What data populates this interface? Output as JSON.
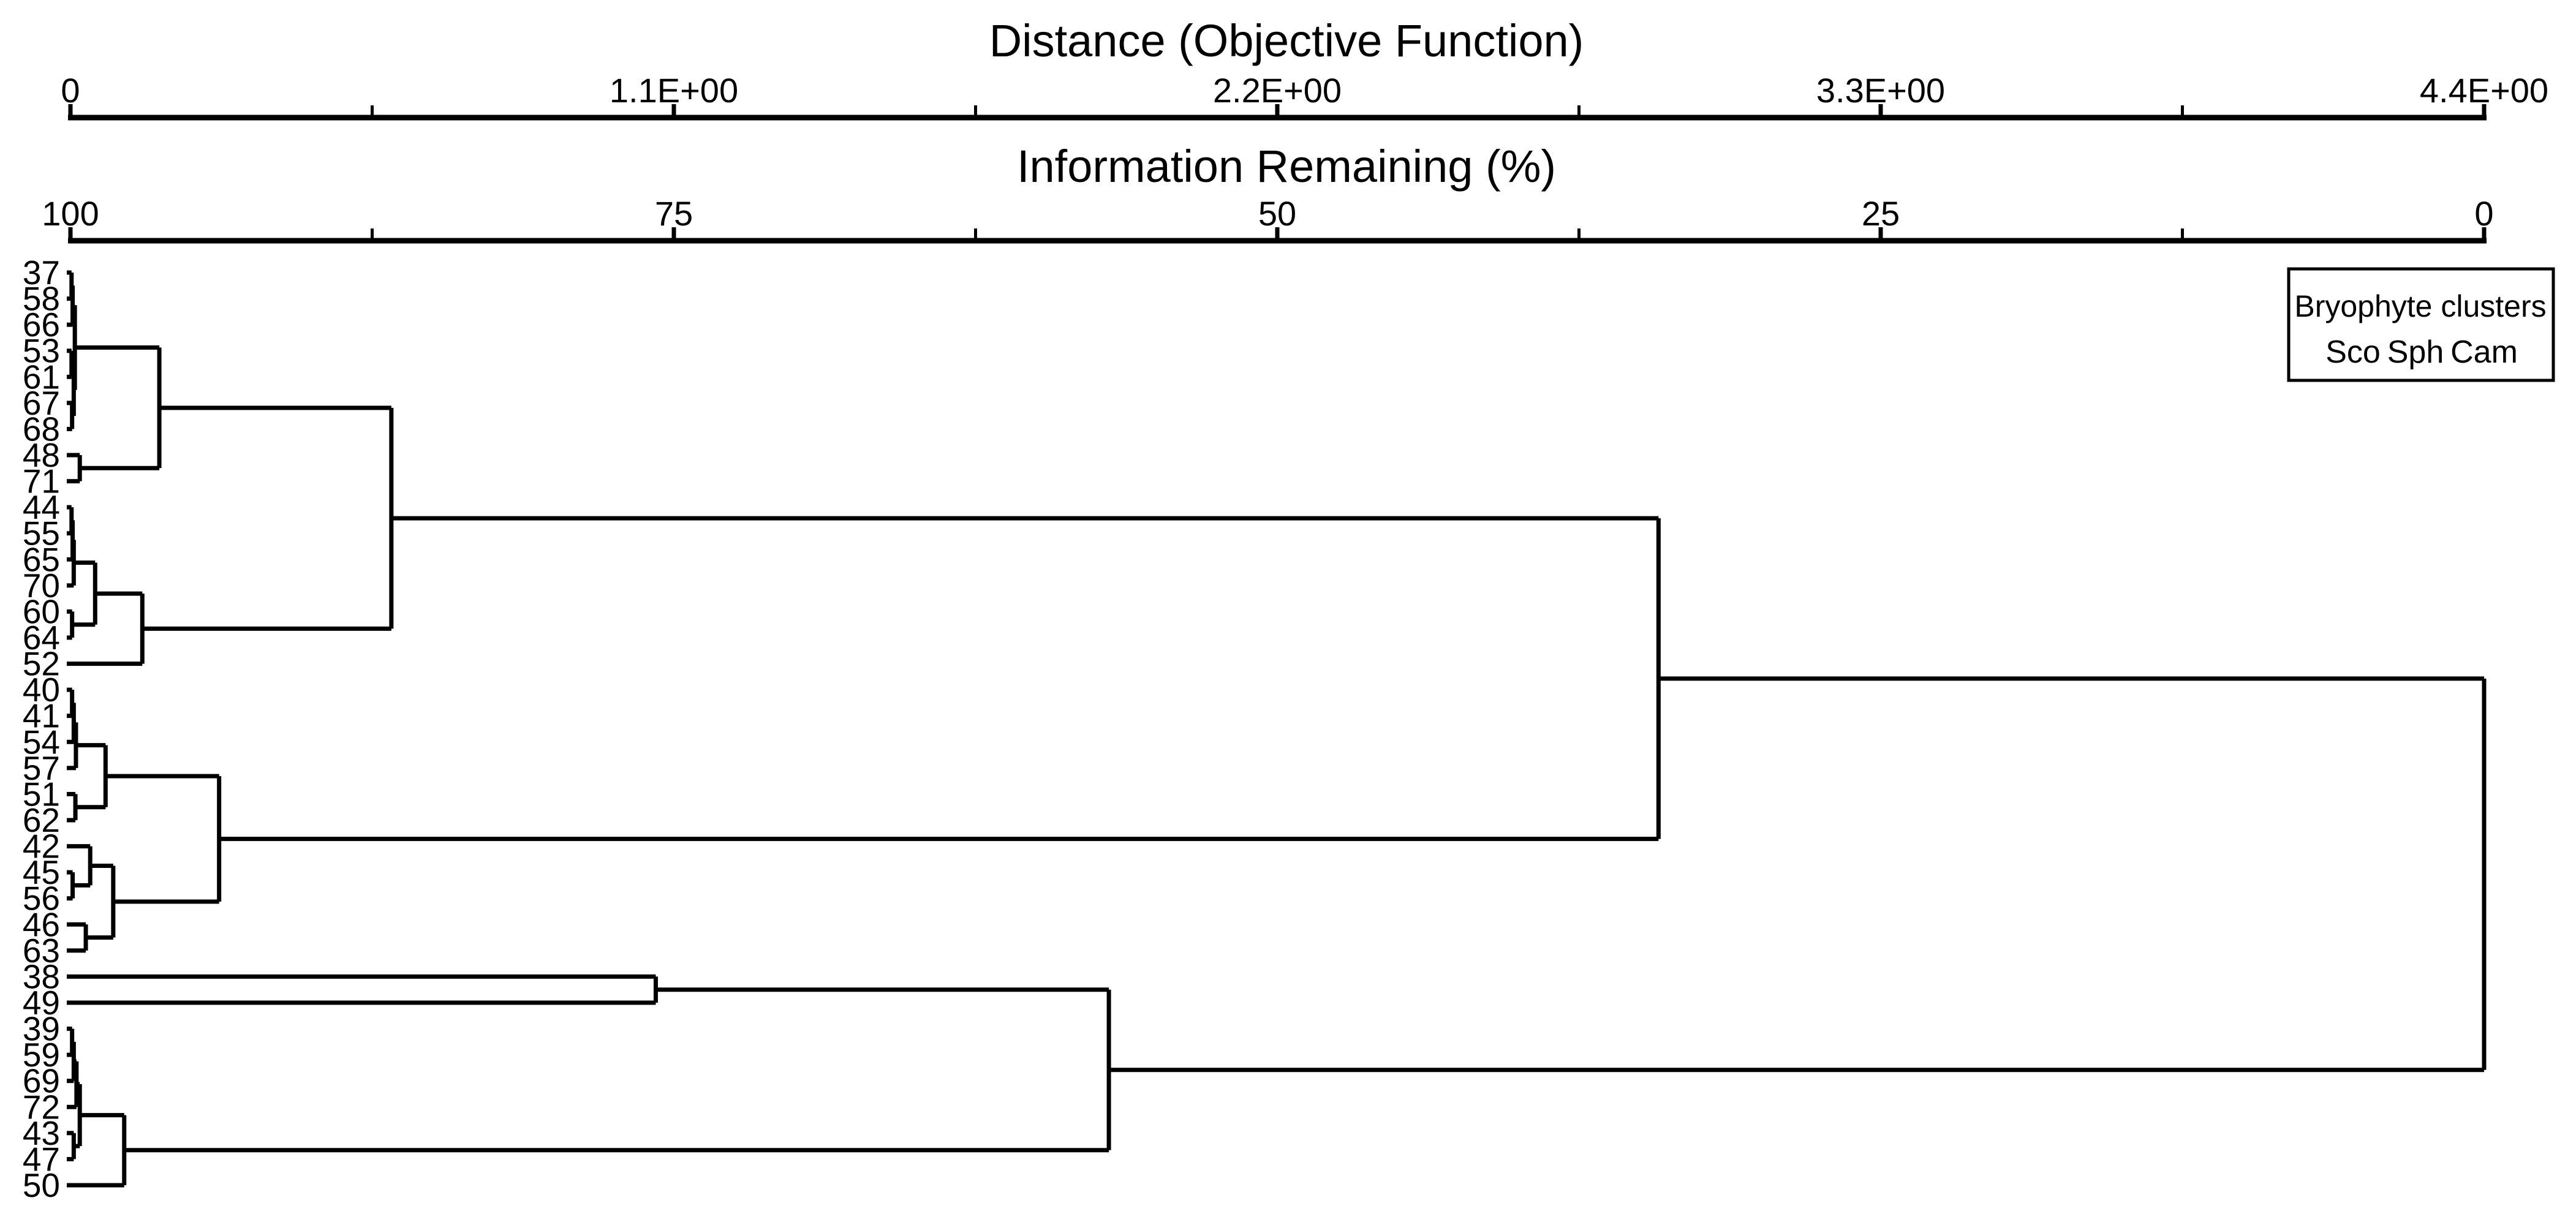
{
  "chart_data": {
    "type": "dendrogram",
    "orientation": "horizontal",
    "line_color": "#000000",
    "background_color": "#ffffff",
    "axes": {
      "distance": {
        "title": "Distance (Objective Function)",
        "tick_labels": [
          "0",
          "1.1E+00",
          "2.2E+00",
          "3.3E+00",
          "4.4E+00"
        ],
        "tick_values": [
          0,
          1.1,
          2.2,
          3.3,
          4.4
        ],
        "minor_tick_values": [
          0.55,
          1.65,
          2.75,
          3.85
        ],
        "range": [
          0,
          4.4
        ]
      },
      "information_remaining": {
        "title": "Information Remaining (%)",
        "tick_labels": [
          "100",
          "75",
          "50",
          "25",
          "0"
        ],
        "tick_values": [
          100,
          75,
          50,
          25,
          0
        ],
        "minor_tick_values": [
          87.5,
          62.5,
          37.5,
          12.5
        ],
        "range": [
          100,
          0
        ]
      }
    },
    "legend": {
      "title": "Bryophyte clusters",
      "entries": [
        {
          "label": "Sco",
          "color": "#13827E"
        },
        {
          "label": "Sph",
          "color": "#1E1E9E"
        },
        {
          "label": "Cam",
          "color": "#FFA41E"
        }
      ]
    },
    "groups": {
      "Sco": "#13827E",
      "Sph": "#1E1E9E",
      "Cam": "#FFA41E"
    },
    "leaves": [
      {
        "label": "37",
        "group": "Sco"
      },
      {
        "label": "58",
        "group": "Sco"
      },
      {
        "label": "66",
        "group": "Sco"
      },
      {
        "label": "53",
        "group": "Sco"
      },
      {
        "label": "61",
        "group": "Sco"
      },
      {
        "label": "67",
        "group": "Sco"
      },
      {
        "label": "68",
        "group": "Sco"
      },
      {
        "label": "48",
        "group": "Sco"
      },
      {
        "label": "71",
        "group": "Sco"
      },
      {
        "label": "44",
        "group": "Sco"
      },
      {
        "label": "55",
        "group": "Sco"
      },
      {
        "label": "65",
        "group": "Sco"
      },
      {
        "label": "70",
        "group": "Sco"
      },
      {
        "label": "60",
        "group": "Sco"
      },
      {
        "label": "64",
        "group": "Sco"
      },
      {
        "label": "52",
        "group": "Sco"
      },
      {
        "label": "40",
        "group": "Cam"
      },
      {
        "label": "41",
        "group": "Cam"
      },
      {
        "label": "54",
        "group": "Cam"
      },
      {
        "label": "57",
        "group": "Cam"
      },
      {
        "label": "51",
        "group": "Cam"
      },
      {
        "label": "62",
        "group": "Cam"
      },
      {
        "label": "42",
        "group": "Cam"
      },
      {
        "label": "45",
        "group": "Cam"
      },
      {
        "label": "56",
        "group": "Cam"
      },
      {
        "label": "46",
        "group": "Cam"
      },
      {
        "label": "63",
        "group": "Cam"
      },
      {
        "label": "38",
        "group": "Sph"
      },
      {
        "label": "49",
        "group": "Sph"
      },
      {
        "label": "39",
        "group": "Sph"
      },
      {
        "label": "59",
        "group": "Sph"
      },
      {
        "label": "69",
        "group": "Sph"
      },
      {
        "label": "72",
        "group": "Sph"
      },
      {
        "label": "43",
        "group": "Sph"
      },
      {
        "label": "47",
        "group": "Sph"
      },
      {
        "label": "50",
        "group": "Sph"
      }
    ],
    "tree": {
      "d": 4.4,
      "c": [
        {
          "d": 2.895,
          "c": [
            {
              "d": 0.585,
              "c": [
                {
                  "d": 0.162,
                  "c": [
                    {
                      "d": 0.008,
                      "c": [
                        {
                          "d": 0.004,
                          "c": [
                            {
                              "d": 0.002,
                              "c": [
                                "37",
                                "58"
                              ]
                            },
                            "66"
                          ]
                        },
                        {
                          "d": 0.006,
                          "c": [
                            {
                              "d": 0.002,
                              "c": [
                                "53",
                                "61"
                              ]
                            },
                            {
                              "d": 0.003,
                              "c": [
                                "67",
                                "68"
                              ]
                            }
                          ]
                        }
                      ]
                    },
                    {
                      "d": 0.017,
                      "c": [
                        "48",
                        "71"
                      ]
                    }
                  ]
                },
                {
                  "d": 0.131,
                  "c": [
                    {
                      "d": 0.045,
                      "c": [
                        {
                          "d": 0.006,
                          "c": [
                            {
                              "d": 0.004,
                              "c": [
                                {
                                  "d": 0.002,
                                  "c": [
                                    "44",
                                    "55"
                                  ]
                                },
                                "65"
                              ]
                            },
                            "70"
                          ]
                        },
                        {
                          "d": 0.003,
                          "c": [
                            "60",
                            "64"
                          ]
                        }
                      ]
                    },
                    "52"
                  ]
                }
              ]
            },
            {
              "d": 0.271,
              "c": [
                {
                  "d": 0.064,
                  "c": [
                    {
                      "d": 0.01,
                      "c": [
                        {
                          "d": 0.006,
                          "c": [
                            {
                              "d": 0.003,
                              "c": [
                                "40",
                                "41"
                              ]
                            },
                            "54"
                          ]
                        },
                        "57"
                      ]
                    },
                    {
                      "d": 0.009,
                      "c": [
                        "51",
                        "62"
                      ]
                    }
                  ]
                },
                {
                  "d": 0.078,
                  "c": [
                    {
                      "d": 0.036,
                      "c": [
                        "42",
                        {
                          "d": 0.004,
                          "c": [
                            "45",
                            "56"
                          ]
                        }
                      ]
                    },
                    {
                      "d": 0.028,
                      "c": [
                        "46",
                        "63"
                      ]
                    }
                  ]
                }
              ]
            }
          ]
        },
        {
          "d": 1.893,
          "c": [
            {
              "d": 1.067,
              "c": [
                "38",
                "49"
              ]
            },
            {
              "d": 0.098,
              "c": [
                {
                  "d": 0.017,
                  "c": [
                    {
                      "d": 0.011,
                      "c": [
                        {
                          "d": 0.006,
                          "c": [
                            {
                              "d": 0.003,
                              "c": [
                                "39",
                                "59"
                              ]
                            },
                            "69"
                          ]
                        },
                        "72"
                      ]
                    },
                    {
                      "d": 0.006,
                      "c": [
                        "43",
                        "47"
                      ]
                    }
                  ]
                },
                "50"
              ]
            }
          ]
        }
      ]
    }
  }
}
